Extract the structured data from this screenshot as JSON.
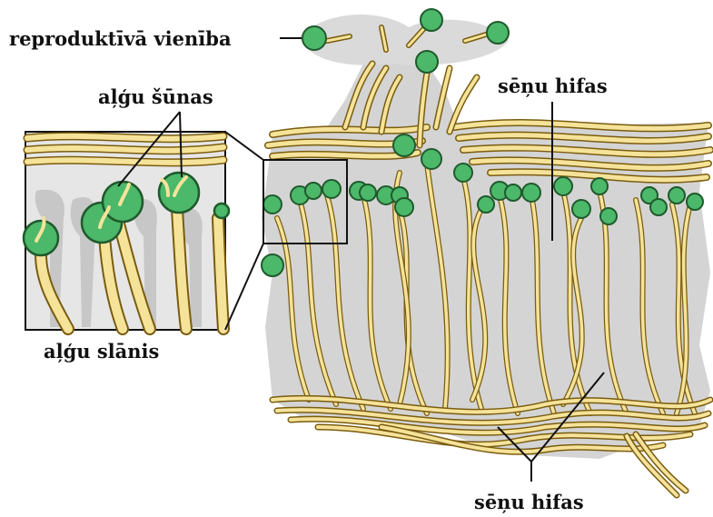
{
  "labels": {
    "reproductive_unit": "reproduktīvā vienība",
    "algae_cells": "aļģu šūnas",
    "fungal_hyphae_upper": "sēņu hifas",
    "algae_layer": "aļģu slānis",
    "fungal_hyphae_lower": "sēņu hifas"
  },
  "colors": {
    "hypha_fill": "#f6e39a",
    "hypha_outline": "#7a5c10",
    "algae_fill": "#4cb86a",
    "algae_outline": "#1f5a2c",
    "tissue_background": "#d4d4d4",
    "text": "#111111"
  }
}
